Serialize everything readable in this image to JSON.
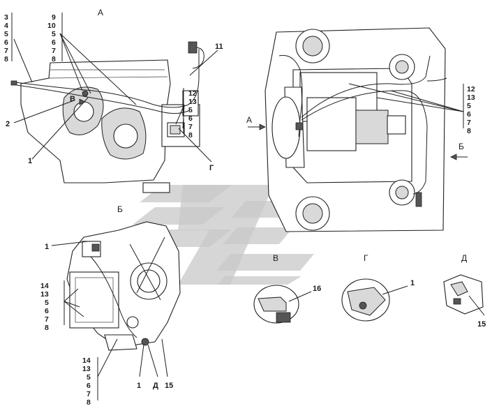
{
  "views": {
    "a": "А",
    "b": "Б",
    "v": "В",
    "g": "Г",
    "d": "Д"
  },
  "callouts": {
    "top_left_group_1": [
      "3",
      "4",
      "5",
      "6",
      "7",
      "8"
    ],
    "top_left_group_2": [
      "9",
      "10",
      "5",
      "6",
      "7",
      "8"
    ],
    "top_left_11": "11",
    "top_left_group_3": [
      "12",
      "13",
      "5",
      "6",
      "7",
      "8"
    ],
    "top_left_2": "2",
    "top_left_v": "В",
    "top_left_1": "1",
    "top_left_g": "Г",
    "top_right_group": [
      "12",
      "13",
      "5",
      "6",
      "7",
      "8"
    ],
    "top_right_a": "А",
    "top_right_b": "Б",
    "view_b_1": "1",
    "view_b_group_1": [
      "14",
      "13",
      "5",
      "6",
      "7",
      "8"
    ],
    "view_b_group_2": [
      "14",
      "13",
      "5",
      "6",
      "7",
      "8"
    ],
    "view_b_bottom_1": "1",
    "view_b_bottom_d": "Д",
    "view_b_bottom_15": "15",
    "view_v_16": "16",
    "view_g_1": "1",
    "view_d_15": "15"
  }
}
